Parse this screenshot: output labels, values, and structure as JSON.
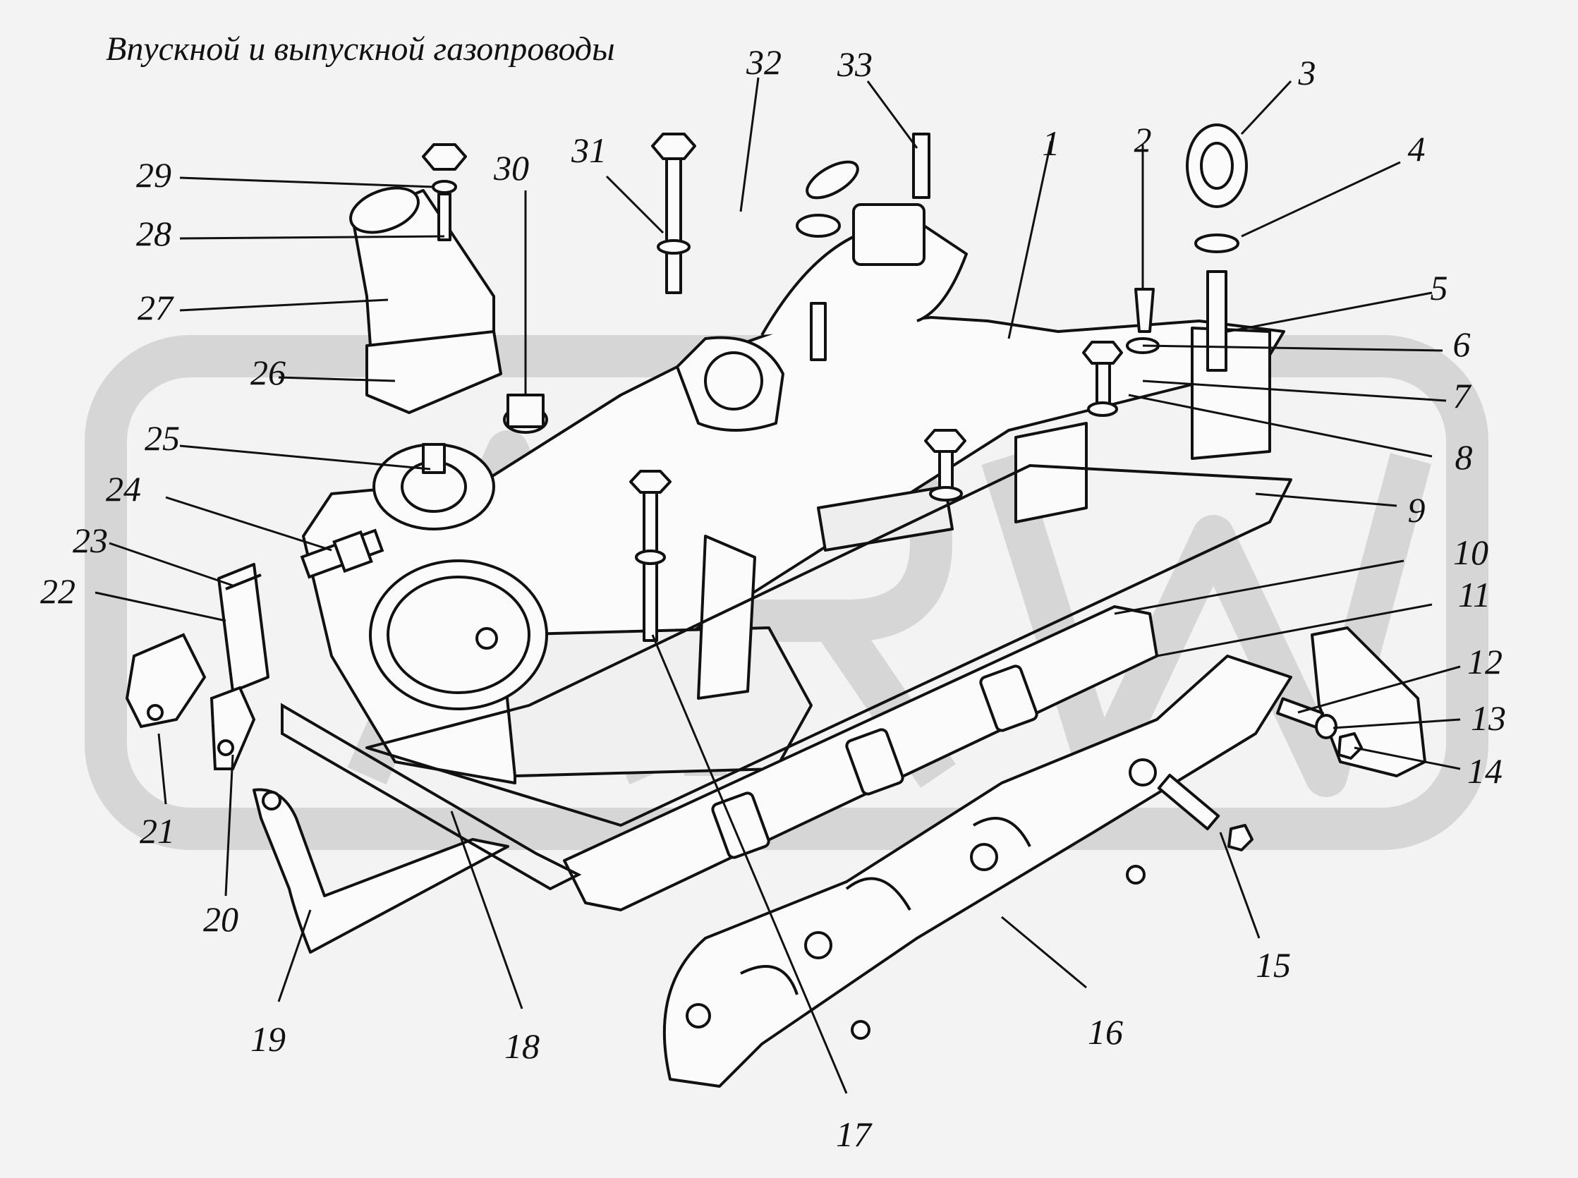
{
  "diagram": {
    "title": "Впускной и выпускной газопроводы",
    "watermark_color": "#d6d6d6",
    "line_color": "#111111",
    "callouts": [
      {
        "label": "1",
        "name": "intake-manifold"
      },
      {
        "label": "2",
        "name": "breather-fitting"
      },
      {
        "label": "3",
        "name": "lifting-eye"
      },
      {
        "label": "4",
        "name": "washer"
      },
      {
        "label": "5",
        "name": "stud"
      },
      {
        "label": "6",
        "name": "nut"
      },
      {
        "label": "7",
        "name": "washer"
      },
      {
        "label": "8",
        "name": "stud"
      },
      {
        "label": "9",
        "name": "intake-gasket"
      },
      {
        "label": "10",
        "name": "exhaust-gasket"
      },
      {
        "label": "11",
        "name": "heat-shield-bracket"
      },
      {
        "label": "12",
        "name": "bolt"
      },
      {
        "label": "13",
        "name": "washer"
      },
      {
        "label": "14",
        "name": "nut"
      },
      {
        "label": "15",
        "name": "bolt"
      },
      {
        "label": "16",
        "name": "exhaust-manifold"
      },
      {
        "label": "17",
        "name": "stud"
      },
      {
        "label": "18",
        "name": "gasket"
      },
      {
        "label": "19",
        "name": "heat-shield"
      },
      {
        "label": "20",
        "name": "flange"
      },
      {
        "label": "21",
        "name": "flange"
      },
      {
        "label": "22",
        "name": "hose"
      },
      {
        "label": "23",
        "name": "clamp"
      },
      {
        "label": "24",
        "name": "fitting"
      },
      {
        "label": "25",
        "name": "thermostat"
      },
      {
        "label": "26",
        "name": "gasket"
      },
      {
        "label": "27",
        "name": "outlet-pipe"
      },
      {
        "label": "28",
        "name": "stud"
      },
      {
        "label": "29",
        "name": "washer"
      },
      {
        "label": "30",
        "name": "plug"
      },
      {
        "label": "31",
        "name": "stud"
      },
      {
        "label": "32",
        "name": "fitting"
      },
      {
        "label": "33",
        "name": "stud"
      }
    ]
  }
}
